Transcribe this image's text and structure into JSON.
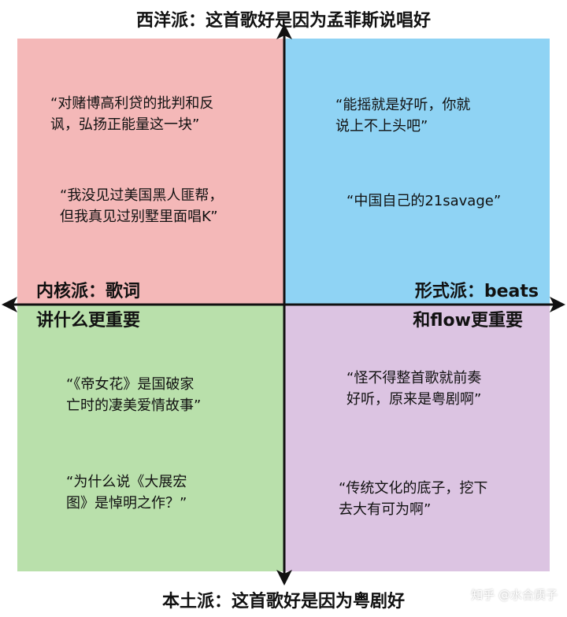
{
  "diagram": {
    "title_top": "西洋派：这首歌好是因为孟菲斯说唱好",
    "title_bottom": "本土派：这首歌好是因为粤剧好",
    "axis_left": [
      "内核派：歌词",
      "讲什么更重要"
    ],
    "axis_right": [
      "形式派：beats",
      "和flow更重要"
    ],
    "quadrants": {
      "top_left": {
        "color": "#f4b8b8",
        "quotes": [
          [
            "“对赌博高利贷的批判和反",
            "讽，弘扬正能量这一块”"
          ],
          [
            "“我没见过美国黑人匪帮，",
            "但我真见过别墅里面唱K”"
          ]
        ]
      },
      "top_right": {
        "color": "#8fd3f4",
        "quotes": [
          [
            "“能摇就是好听，你就",
            "说上不上头吧”"
          ],
          [
            "“中国自己的21savage”"
          ]
        ]
      },
      "bottom_left": {
        "color": "#b9e0ab",
        "quotes": [
          [
            "“《帝女花》是国破家",
            "亡时的凄美爱情故事”"
          ],
          [
            "“为什么说《大展宏",
            "图》是悼明之作？”"
          ]
        ]
      },
      "bottom_right": {
        "color": "#dcc4e2",
        "quotes": [
          [
            "“怪不得整首歌就前奏",
            "好听，原来是粤剧啊”"
          ],
          [
            "“传统文化的底子，挖下",
            "去大有可为啊”"
          ]
        ]
      }
    },
    "watermark": "知乎 @水合质子"
  }
}
